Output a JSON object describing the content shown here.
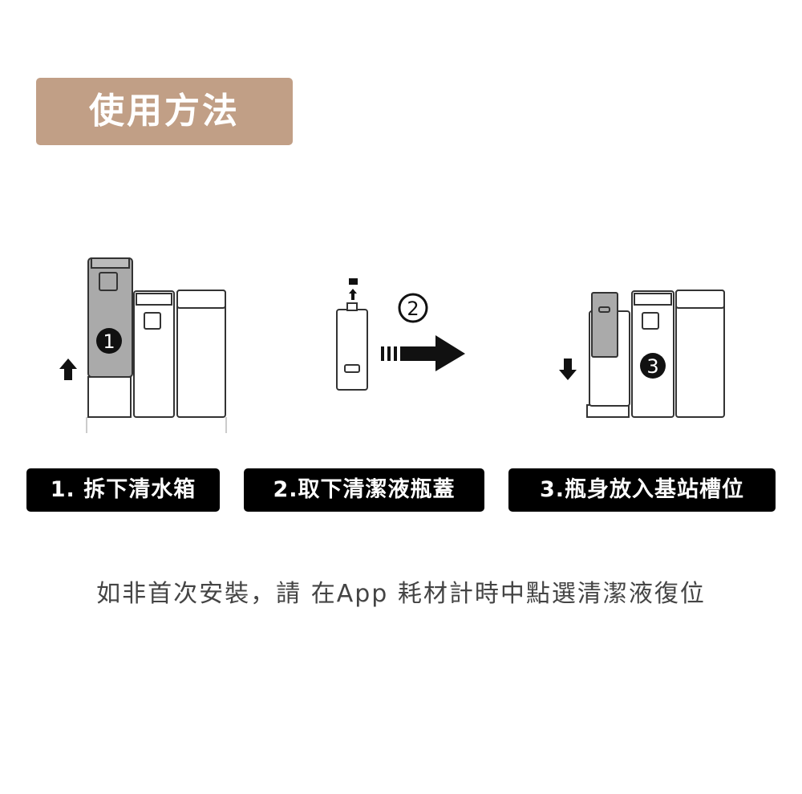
{
  "title": "使用方法",
  "steps": [
    {
      "number": "1",
      "label": "1. 拆下清水箱"
    },
    {
      "number": "2",
      "label": "2.取下清潔液瓶蓋"
    },
    {
      "number": "3",
      "label": "3.瓶身放入基站槽位"
    }
  ],
  "note": "如非首次安裝，請 在App 耗材計時中點選清潔液復位",
  "colors": {
    "title_bg": "#c19f86",
    "label_bg": "#000000",
    "tank_gray": "#a9a9a9"
  }
}
